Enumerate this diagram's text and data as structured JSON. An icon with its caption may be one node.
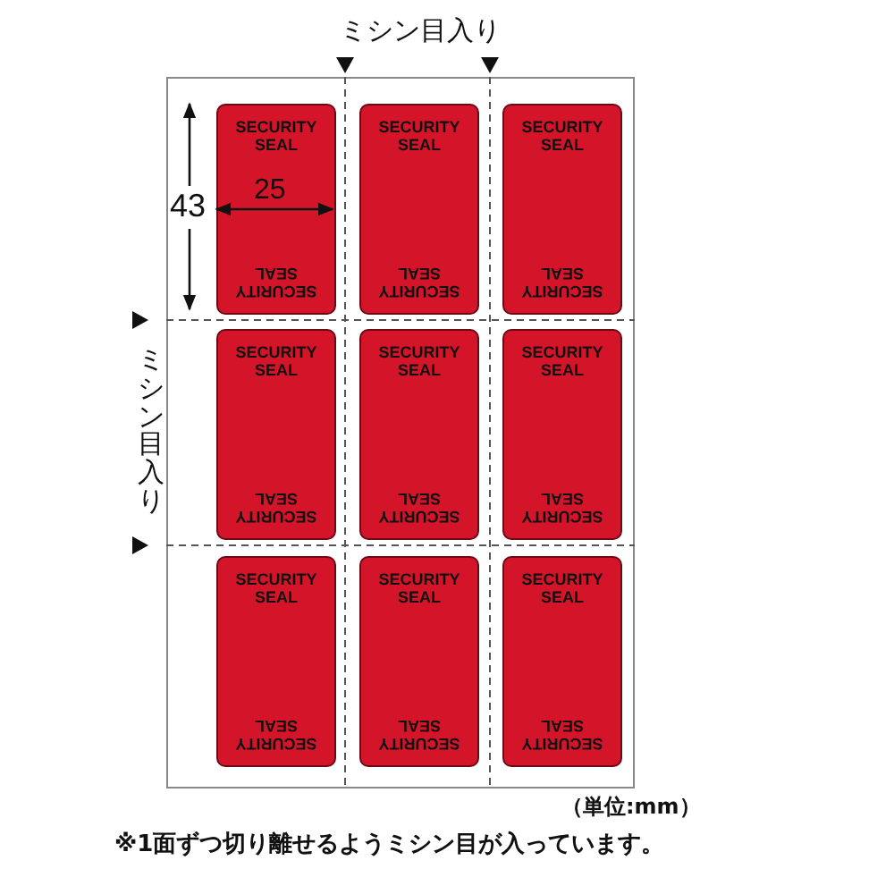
{
  "diagram": {
    "nodes": [
      {
        "text": [],
        "shape": "box"
      },
      {
        "text": [
          "SECURITY SEAL",
          "SECURITY SEAL"
        ],
        "in": 0
      },
      {
        "text": [
          "SECURITY SEAL",
          "SECURITY SEAL"
        ],
        "in": 0
      },
      {
        "text": [
          "SECURITY SEAL",
          "SECURITY SEAL"
        ],
        "in": 0
      },
      {
        "text": [
          "SECURITY SEAL",
          "SECURITY SEAL"
        ],
        "in": 0
      },
      {
        "text": [
          "SECURITY SEAL",
          "SECURITY SEAL"
        ],
        "in": 0
      },
      {
        "text": [
          "SECURITY SEAL",
          "SECURITY SEAL"
        ],
        "in": 0
      },
      {
        "text": [
          "SECURITY SEAL",
          "SECURITY SEAL"
        ],
        "in": 0
      },
      {
        "text": [
          "SECURITY SEAL",
          "SECURITY SEAL"
        ],
        "in": 0
      },
      {
        "text": [
          "SECURITY SEAL",
          "SECURITY SEAL"
        ],
        "in": 0
      }
    ],
    "labels": [
      "ミシン目入り",
      "ミシン目入り",
      "43",
      "25",
      "（単位:mm）",
      "※1面ずつ切り離せるようミシン目が入っています。"
    ]
  }
}
